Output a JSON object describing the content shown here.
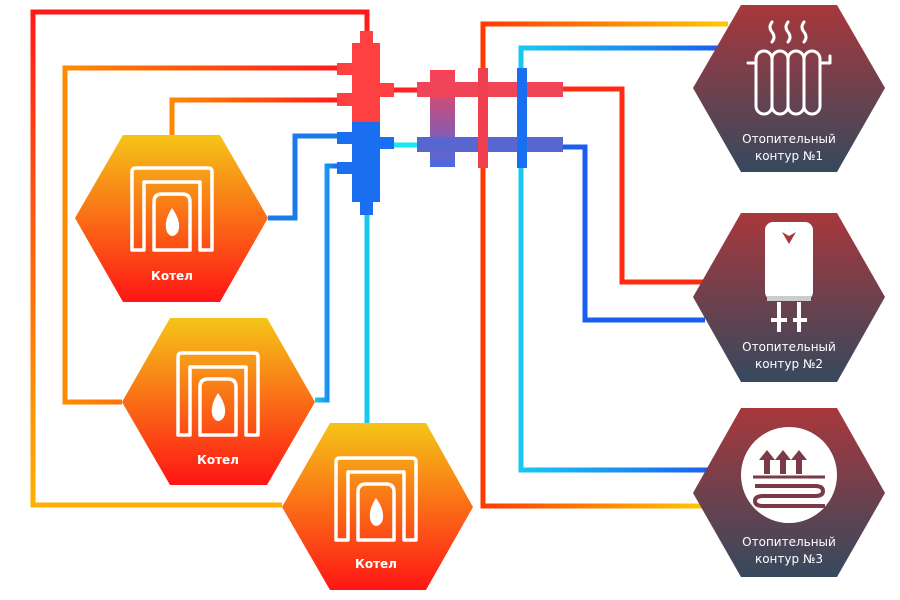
{
  "boilers": [
    {
      "label": "Котел"
    },
    {
      "label": "Котел"
    },
    {
      "label": "Котел"
    }
  ],
  "circuits": [
    {
      "line1": "Отопительный",
      "line2": "контур  №1",
      "icon": "radiator-icon"
    },
    {
      "line1": "Отопительный",
      "line2": "контур  №2",
      "icon": "water-heater-icon"
    },
    {
      "line1": "Отопительный",
      "line2": "контур  №3",
      "icon": "floor-heating-icon"
    }
  ],
  "colors": {
    "hot": "#ff2020",
    "warm": "#ffc000",
    "cold": "#1a6ef0",
    "cyan": "#19d8f0",
    "boiler_top": "#f5c518",
    "boiler_bottom": "#ff1515",
    "circuit_top": "#a8383c",
    "circuit_bottom": "#36495e"
  }
}
